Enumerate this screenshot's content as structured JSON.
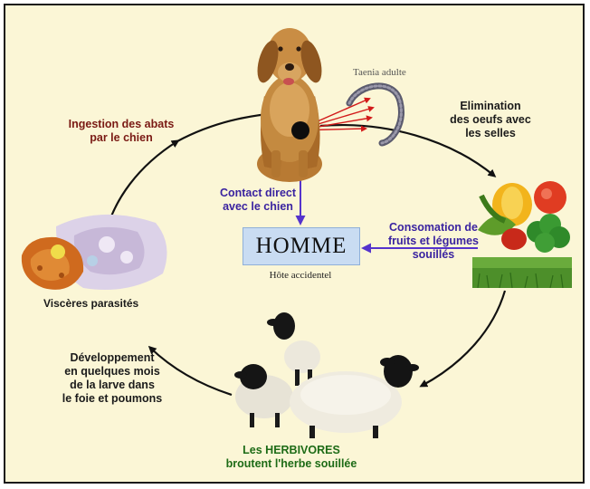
{
  "center": {
    "host_label": "HOMME",
    "host_caption": "Hôte accidentel"
  },
  "labels": {
    "taenia": "Taenia adulte",
    "elimination": [
      "Elimination",
      "des oeufs avec",
      "les selles"
    ],
    "ingestion": [
      "Ingestion des abats",
      "par le chien"
    ],
    "contact": [
      "Contact direct",
      "avec le chien"
    ],
    "consommation": [
      "Consomation de",
      "fruits et légumes",
      "souillés"
    ],
    "visceres": "Viscères parasités",
    "developpement": [
      "Développement",
      "en quelques mois",
      "de la larve dans",
      "le foie et poumons"
    ],
    "herbivores": [
      "Les HERBIVORES",
      "broutent l'herbe souillée"
    ]
  },
  "illustrations": [
    "dog-illustration",
    "taenia-worm-illustration",
    "vegetables-illustration",
    "grass-illustration",
    "sheep-illustration",
    "viscera-illustration"
  ],
  "colors": {
    "background": "#fbf6d6",
    "host_box": "#c9dcf2",
    "cycle_arrows": "#111111",
    "contact_arrows": "#5533cc",
    "worm_pointer_arrows": "#d21a1a",
    "ingestion_text": "#7a1a14",
    "contact_text": "#3a23a0",
    "herbivore_text": "#1d6b16"
  }
}
